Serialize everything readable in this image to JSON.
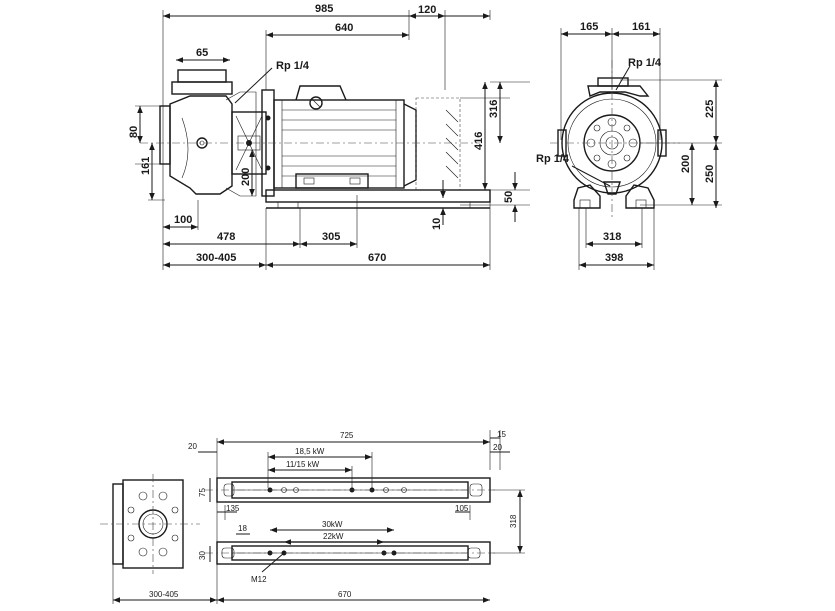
{
  "top_view": {
    "overall_length": "985",
    "motor_length": "640",
    "cooling_clearance": "120",
    "flange_offset": "65",
    "vent_top_label": "Rp 1/4",
    "height_top": "316",
    "height_total": "416",
    "inlet_dn": "80",
    "shaft_height": "161",
    "pump_height": "200",
    "base_clearance": "10",
    "base_height": "50",
    "pump_front": "100",
    "foot_position": "478",
    "foot_span": "305",
    "pump_range": "300-405",
    "base_length": "670"
  },
  "end_view": {
    "left_width": "165",
    "right_width": "161",
    "vent_label": "Rp 1/4",
    "drain_label": "Rp 1/4",
    "upper_height": "225",
    "lower_height": "200",
    "total_height": "250",
    "foot_width": "318",
    "base_width": "398"
  },
  "base_view": {
    "rail_length": "725",
    "end_offset_right": "15",
    "end_offset_left": "20",
    "end_offset_right_2": "20",
    "kw_upper_a": "18,5 kW",
    "kw_upper_b": "11/15 kW",
    "rail_depth": "75",
    "left_inset": "135",
    "right_inset": "105",
    "rail_spacing": "318",
    "hole_offset": "18",
    "kw_lower_a": "30kW",
    "kw_lower_b": "22kW",
    "lower_height": "30",
    "bolt_label": "M12",
    "pump_range": "300-405",
    "base_length": "670"
  }
}
